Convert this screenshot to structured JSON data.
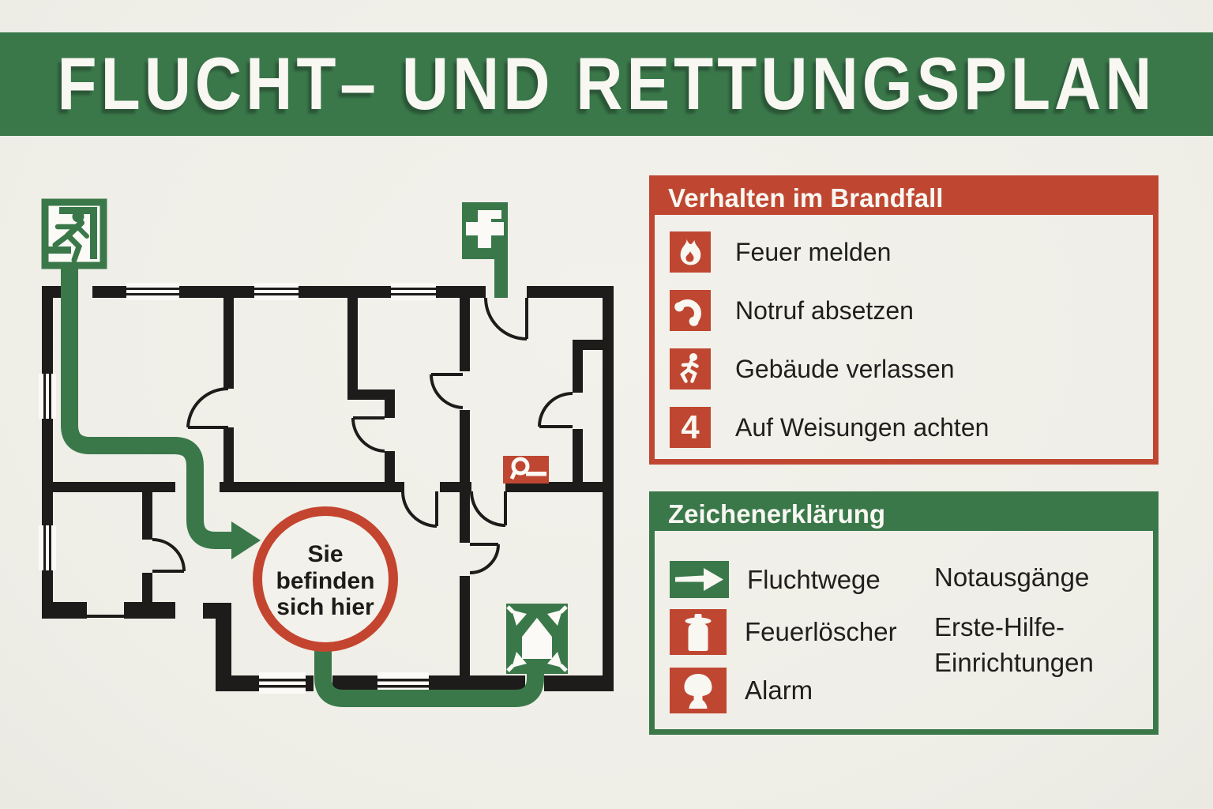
{
  "title": "FLUCHT– UND RETTUNGSPLAN",
  "colors": {
    "green": "#3a784a",
    "red": "#bf4731",
    "background": "#f0efe9",
    "wall_black": "#1d1c1a",
    "white": "#f8f7f2"
  },
  "fire_instructions": {
    "header": "Verhalten im Brandfall",
    "items": [
      {
        "icon": "flame-icon",
        "label": "Feuer melden"
      },
      {
        "icon": "phone-handset-icon",
        "label": "Notruf absetzen"
      },
      {
        "icon": "running-person-icon",
        "label": "Gebäude verlassen"
      },
      {
        "icon": "number-4-icon",
        "icon_text": "4",
        "label": "Auf Weisungen achten"
      }
    ]
  },
  "legend": {
    "header": "Zeichenerklärung",
    "items_left": [
      {
        "icon": "escape-route-arrow-icon",
        "label": "Fluchtwege"
      },
      {
        "icon": "fire-extinguisher-icon",
        "label": "Feuerlöscher"
      },
      {
        "icon": "alarm-icon",
        "label": "Alarm"
      }
    ],
    "items_right": [
      {
        "label": "Notausgänge"
      },
      {
        "label_line1": "Erste-Hilfe-",
        "label_line2": "Einrichtungen"
      }
    ]
  },
  "floor_plan": {
    "you_are_here": {
      "line1": "Sie",
      "line2": "befinden",
      "line3": "sich hier"
    },
    "symbols": [
      "emergency-exit-sign",
      "first-aid-sign",
      "fire-hose-reel",
      "assembly-point",
      "escape-route"
    ]
  }
}
